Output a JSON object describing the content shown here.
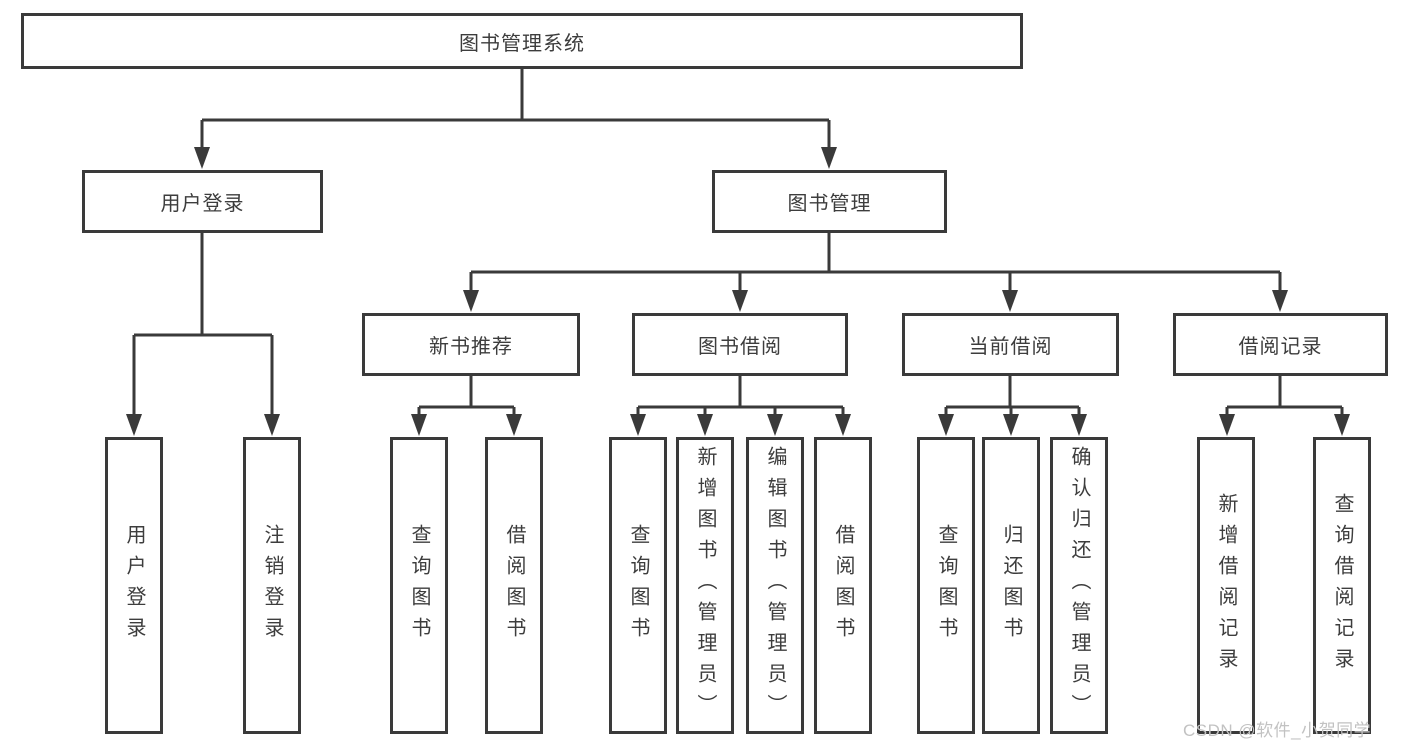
{
  "colors": {
    "line": "#3a3a3a",
    "text": "#3d3d3d",
    "watermark": "#c2c2c2"
  },
  "watermark": "CSDN @软件_小贺同学",
  "diagram": {
    "root": {
      "label": "图书管理系统",
      "children": [
        {
          "label": "用户登录",
          "children": [
            {
              "label": "用户登录"
            },
            {
              "label": "注销登录"
            }
          ]
        },
        {
          "label": "图书管理",
          "children": [
            {
              "label": "新书推荐",
              "children": [
                {
                  "label": "查询图书"
                },
                {
                  "label": "借阅图书"
                }
              ]
            },
            {
              "label": "图书借阅",
              "children": [
                {
                  "label": "查询图书"
                },
                {
                  "label": "新增图书（管理员）"
                },
                {
                  "label": "编辑图书（管理员）"
                },
                {
                  "label": "借阅图书"
                }
              ]
            },
            {
              "label": "当前借阅",
              "children": [
                {
                  "label": "查询图书"
                },
                {
                  "label": "归还图书"
                },
                {
                  "label": "确认归还（管理员）"
                }
              ]
            },
            {
              "label": "借阅记录",
              "children": [
                {
                  "label": "新增借阅记录"
                },
                {
                  "label": "查询借阅记录"
                }
              ]
            }
          ]
        }
      ]
    }
  }
}
